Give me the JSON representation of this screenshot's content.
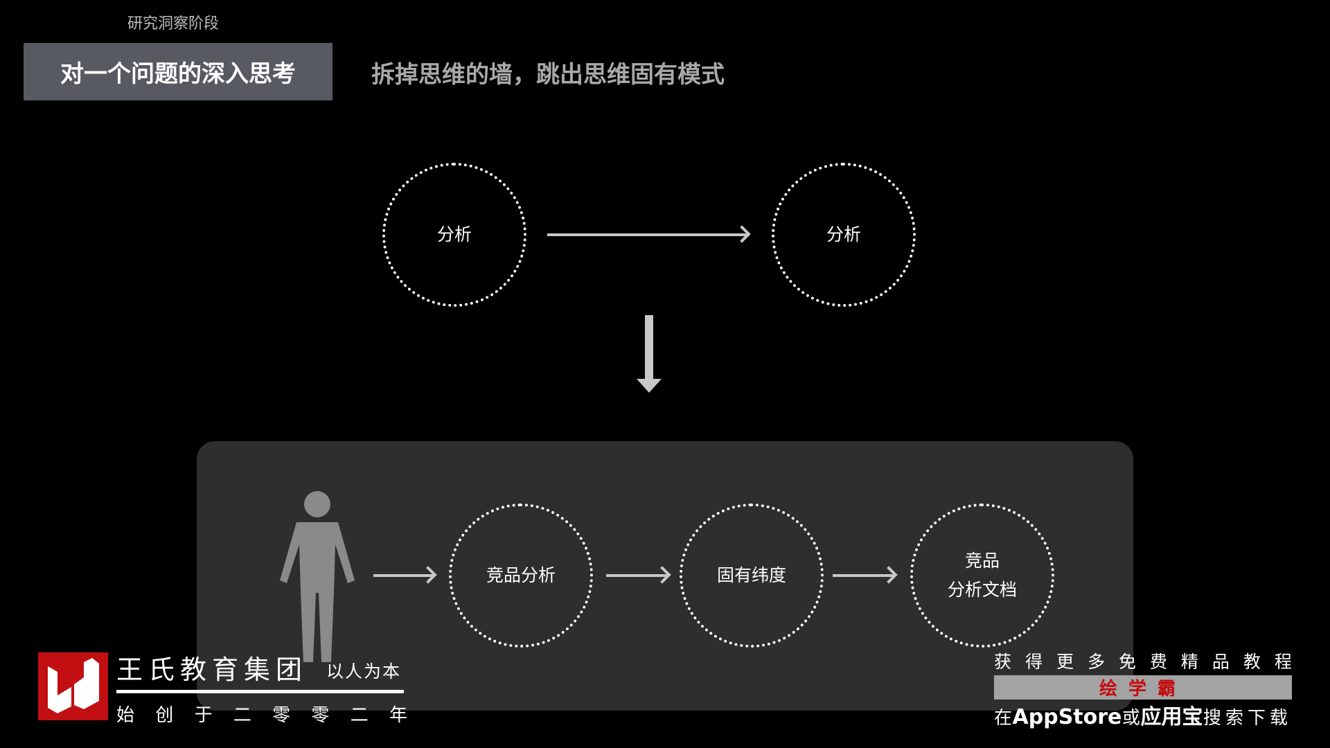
{
  "header": {
    "stage": "研究洞察阶段",
    "title": "对一个问题的深入思考",
    "subtitle": "拆掉思维的墙，跳出思维固有模式"
  },
  "top_flow": {
    "left": "分析",
    "right": "分析"
  },
  "bottom_flow": {
    "step1": "竞品分析",
    "step2": "固有纬度",
    "step3": "竞品\n分析文档"
  },
  "footer_left": {
    "brand": "王氏教育集团",
    "motto": "以人为本",
    "since": [
      "始",
      "创",
      "于",
      "二",
      "零",
      "零",
      "二",
      "年"
    ]
  },
  "footer_right": {
    "line1": [
      "获",
      "得",
      "更",
      "多",
      "免",
      "费",
      "精",
      "品",
      "教",
      "程"
    ],
    "app_name": "绘学霸",
    "line3_prefix": "在",
    "store": "AppStore",
    "or": "或",
    "store2": "应用宝",
    "line3_suffix": "搜索下载"
  },
  "colors": {
    "title_bg": "#575a61",
    "panel": "#2e2e2e",
    "logo_red": "#c10f12",
    "app_red": "#c40d10"
  }
}
